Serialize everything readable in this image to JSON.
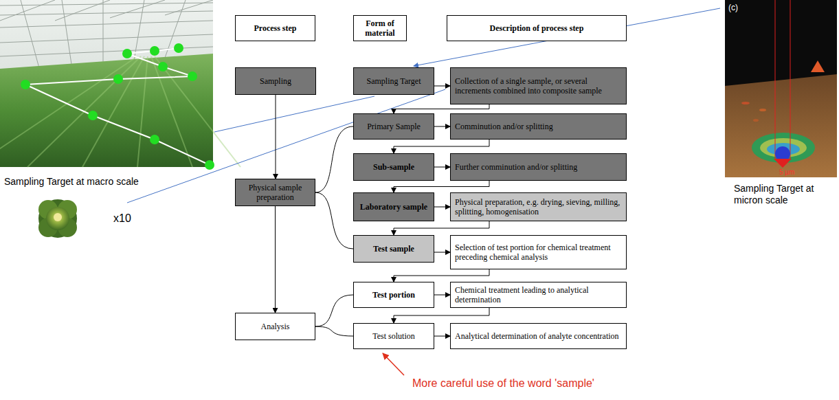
{
  "diagram": {
    "nodes": [
      {
        "text": [
          "Process step"
        ]
      },
      {
        "text": [
          "Form of material"
        ]
      },
      {
        "text": [
          "Description of process step"
        ]
      },
      {
        "text": [
          "Sampling"
        ]
      },
      {
        "text": [
          "Physical sample preparation"
        ]
      },
      {
        "text": [
          "Analysis"
        ]
      },
      {
        "text": [
          "Sampling Target"
        ]
      },
      {
        "text": [
          "Collection of a single sample, or several increments combined into composite sample"
        ]
      },
      {
        "text": [
          "Primary Sample"
        ]
      },
      {
        "text": [
          "Comminution and/or splitting"
        ]
      },
      {
        "text": [
          "Sub-sample"
        ]
      },
      {
        "text": [
          "Further comminution and/or splitting"
        ]
      },
      {
        "text": [
          "Laboratory sample"
        ]
      },
      {
        "text": [
          "Physical preparation, e.g. drying, sieving, milling, splitting, homogenisation"
        ]
      },
      {
        "text": [
          "Test sample"
        ]
      },
      {
        "text": [
          "Selection of test portion for chemical treatment preceding chemical analysis"
        ]
      },
      {
        "text": [
          "Test portion"
        ]
      },
      {
        "text": [
          "Chemical treatment leading to analytical determination"
        ]
      },
      {
        "text": [
          "Test solution"
        ]
      },
      {
        "text": [
          "Analytical determination of analyte concentration"
        ]
      }
    ],
    "edges": [
      {
        "from": 3,
        "to": 4,
        "arrow": "to"
      },
      {
        "from": 4,
        "to": 5,
        "arrow": "to"
      },
      {
        "from": 6,
        "to": 7,
        "arrow": "to"
      },
      {
        "from": 7,
        "to": 8,
        "arrow": "to"
      },
      {
        "from": 8,
        "to": 9,
        "arrow": "to"
      },
      {
        "from": 9,
        "to": 10,
        "arrow": "to"
      },
      {
        "from": 10,
        "to": 11,
        "arrow": "to"
      },
      {
        "from": 11,
        "to": 12,
        "arrow": "to"
      },
      {
        "from": 12,
        "to": 13,
        "arrow": "to"
      },
      {
        "from": 13,
        "to": 14,
        "arrow": "to"
      },
      {
        "from": 14,
        "to": 15,
        "arrow": "to"
      },
      {
        "from": 15,
        "to": 16,
        "arrow": "to"
      },
      {
        "from": 16,
        "to": 17,
        "arrow": "to"
      },
      {
        "from": 17,
        "to": 18,
        "arrow": "to"
      },
      {
        "from": 18,
        "to": 19,
        "arrow": "to"
      },
      {
        "from": 4,
        "to": 8,
        "arrow": "none"
      },
      {
        "from": 4,
        "to": 14,
        "arrow": "none"
      },
      {
        "from": 5,
        "to": 16,
        "arrow": "none"
      },
      {
        "from": 5,
        "to": 18,
        "arrow": "none"
      }
    ],
    "labels": [
      "Sampling Target at macro scale",
      "x10",
      "(c)",
      "5 µm",
      "Sampling Target at micron scale",
      "More careful use of the word 'sample'"
    ]
  }
}
